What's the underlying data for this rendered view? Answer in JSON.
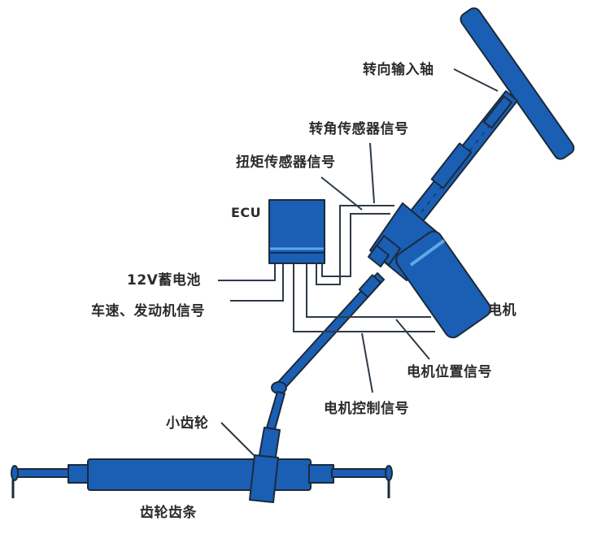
{
  "diagram": {
    "type": "electric-power-steering-schematic",
    "colors": {
      "component_blue": "#1a5fb4",
      "outline": "#1b2a3a",
      "highlight": "#5fa8e8",
      "wire": "#2e3a46",
      "text": "#2b2b2b"
    },
    "labels": {
      "ecu": "ECU",
      "steering_input_shaft": "转向输入轴",
      "angle_sensor_signal": "转角传感器信号",
      "torque_sensor_signal": "扭矩传感器信号",
      "battery": "12V蓄电池",
      "vehicle_engine_signal": "车速、发动机信号",
      "motor": "电机",
      "motor_position_signal": "电机位置信号",
      "motor_control_signal": "电机控制信号",
      "pinion": "小齿轮",
      "rack_and_pinion": "齿轮齿条"
    }
  }
}
